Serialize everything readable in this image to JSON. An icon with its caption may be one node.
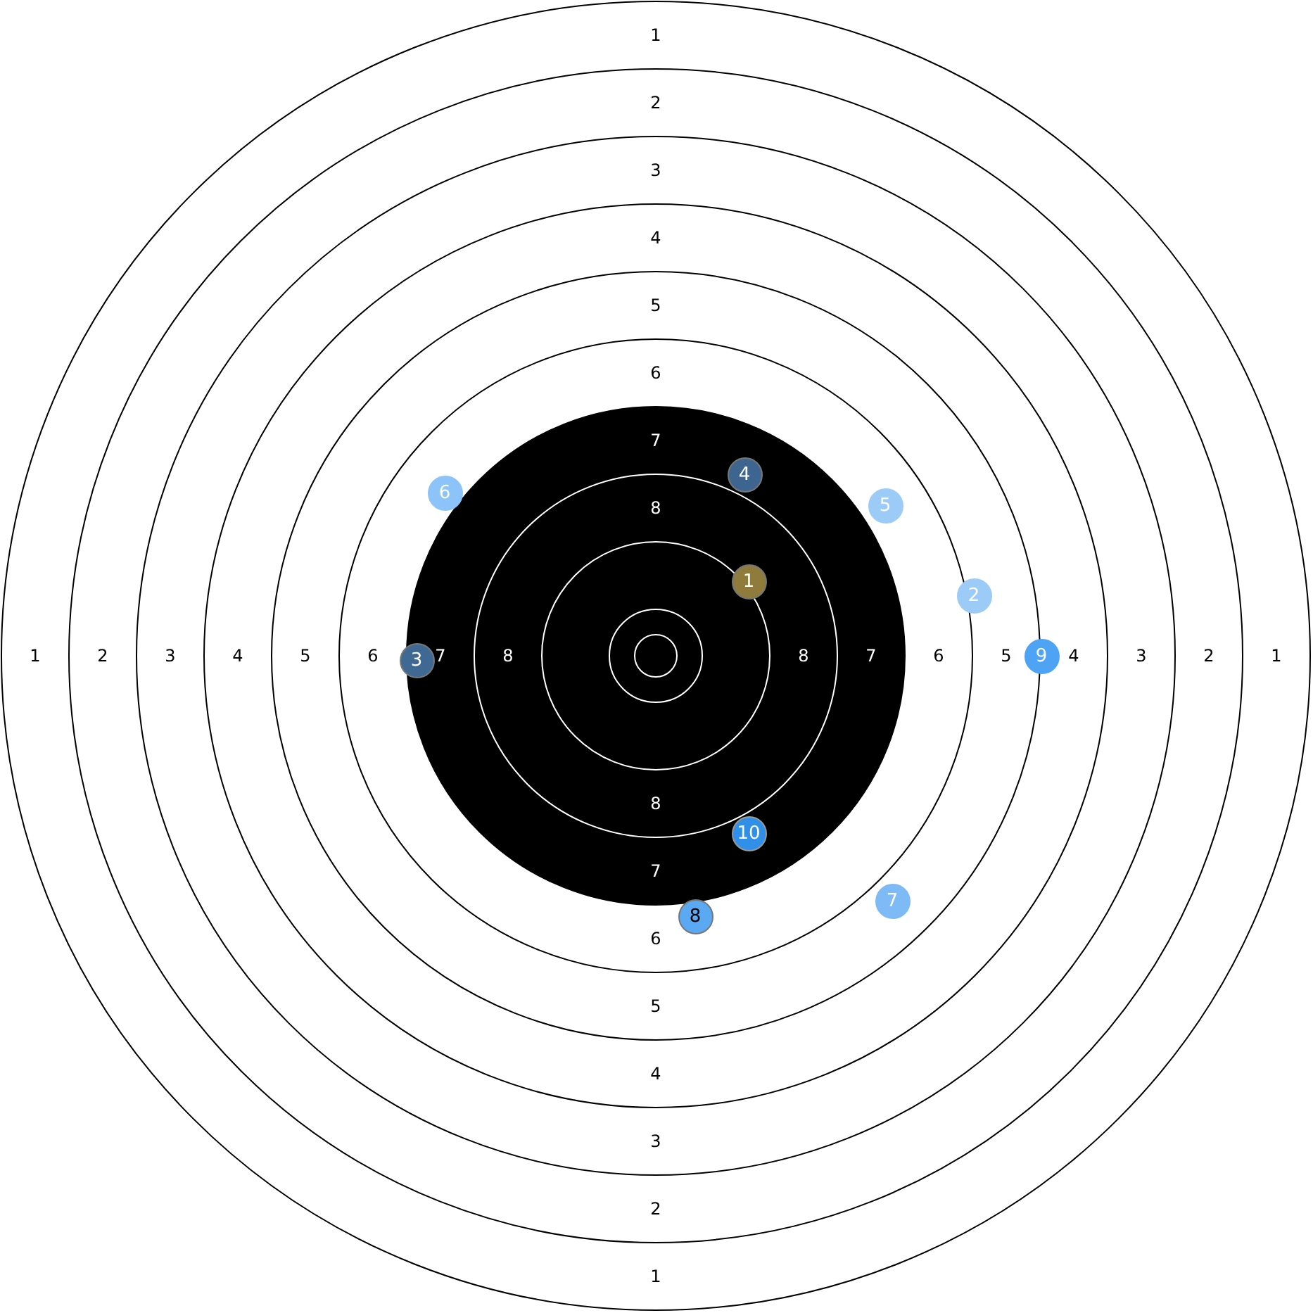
{
  "diagram": {
    "nodes": [
      {
        "text": [
          "6"
        ]
      },
      {
        "text": [
          "4"
        ]
      },
      {
        "text": [
          "5"
        ]
      },
      {
        "text": [
          "1"
        ]
      },
      {
        "text": [
          "2"
        ]
      },
      {
        "text": [
          "3"
        ]
      },
      {
        "text": [
          "9"
        ]
      },
      {
        "text": [
          "10"
        ]
      },
      {
        "text": [
          "8"
        ]
      },
      {
        "text": [
          "7"
        ]
      }
    ],
    "labels": [
      "1",
      "2",
      "3",
      "4",
      "5",
      "6",
      "7",
      "8",
      "1",
      "2",
      "3",
      "4",
      "5",
      "6",
      "7",
      "8",
      "8",
      "7",
      "6",
      "5",
      "4",
      "3",
      "2",
      "1",
      "8",
      "7",
      "6",
      "5",
      "4",
      "3",
      "2",
      "1"
    ]
  }
}
